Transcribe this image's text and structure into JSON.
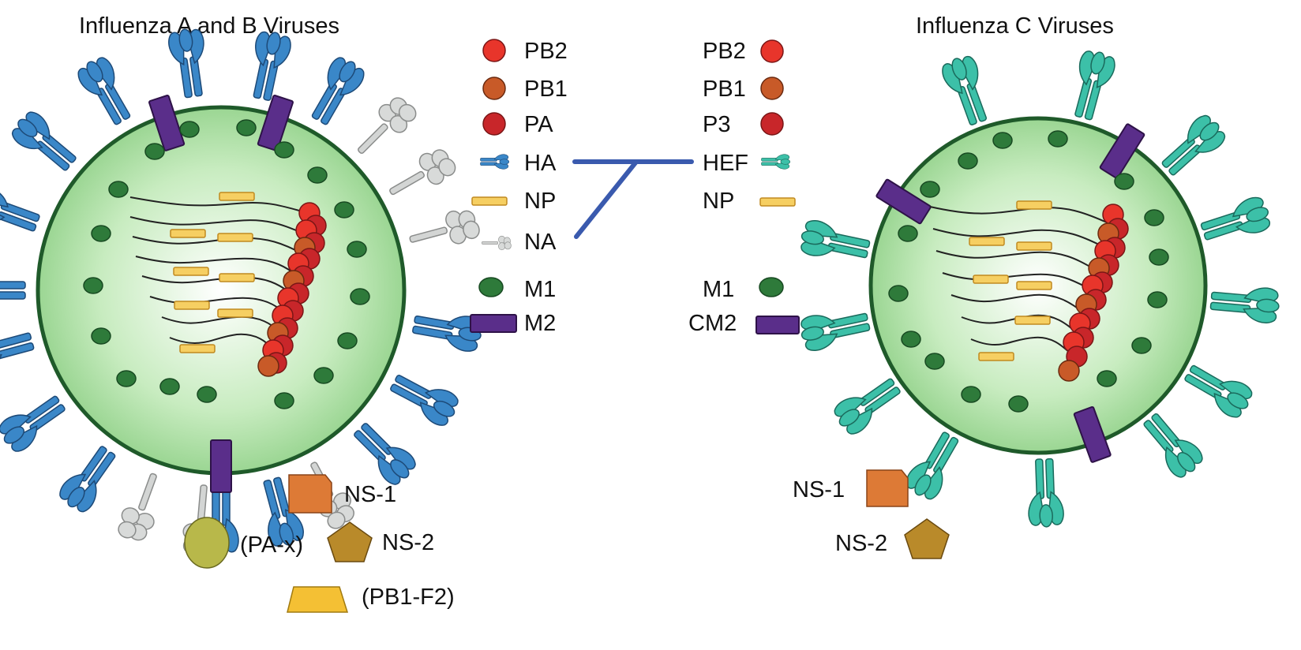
{
  "titles": {
    "left": "Influenza A and B Viruses",
    "right": "Influenza C Viruses"
  },
  "legend_left": {
    "pb2": "PB2",
    "pb1": "PB1",
    "pa": "PA",
    "ha": "HA",
    "np": "NP",
    "na": "NA",
    "m1": "M1",
    "m2": "M2"
  },
  "legend_right": {
    "pb2": "PB2",
    "pb1": "PB1",
    "p3": "P3",
    "hef": "HEF",
    "np": "NP",
    "m1": "M1",
    "cm2": "CM2"
  },
  "extras_left": {
    "ns1": "NS-1",
    "pax": "(PA-x)",
    "ns2": "NS-2",
    "pb1f2": "(PB1-F2)"
  },
  "extras_right": {
    "ns1": "NS-1",
    "ns2": "NS-2"
  },
  "colors": {
    "pb2": "#e8352b",
    "pb1": "#c85a28",
    "pa": "#c8262a",
    "ha": "#3a87c8",
    "hef": "#3cc0a8",
    "np": "#f6cf62",
    "na": "#d3d5d4",
    "m1": "#2e7a3a",
    "m2": "#5a2e8a",
    "membrane": "#1f5a2a",
    "core": "#a8dca0",
    "ns1": "#dd7a36",
    "ns2": "#b98a2a",
    "pax": "#b8b84a",
    "pb1f2": "#f4c034",
    "link": "#3a5aae"
  }
}
